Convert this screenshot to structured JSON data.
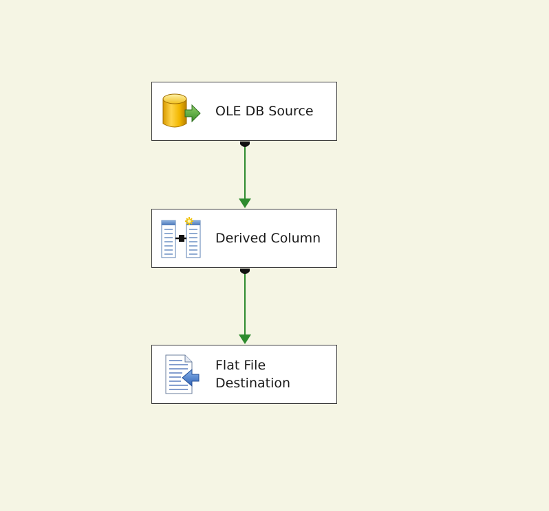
{
  "canvas": {
    "background": "#f5f5e4"
  },
  "components": [
    {
      "id": "ole_db_source",
      "label_lines": [
        "OLE DB Source"
      ],
      "icon": "database-source-icon"
    },
    {
      "id": "derived_column",
      "label_lines": [
        "Derived Column"
      ],
      "icon": "derived-column-icon"
    },
    {
      "id": "flat_file_destination",
      "label_lines": [
        "Flat File",
        "Destination"
      ],
      "icon": "flat-file-destination-icon"
    }
  ],
  "paths": [
    {
      "from": "ole_db_source",
      "to": "derived_column",
      "color": "#2e8b2e"
    },
    {
      "from": "derived_column",
      "to": "flat_file_destination",
      "color": "#2e8b2e"
    }
  ]
}
